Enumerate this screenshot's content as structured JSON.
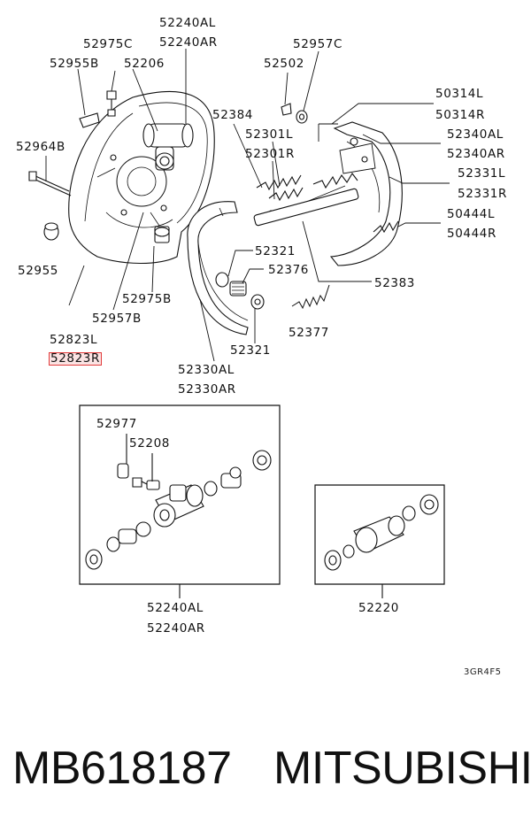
{
  "labels": {
    "l52240AL_top": "52240AL",
    "l52240AR_top": "52240AR",
    "l52975C": "52975C",
    "l52955B": "52955B",
    "l52206": "52206",
    "l52957C": "52957C",
    "l52502": "52502",
    "l50314L": "50314L",
    "l50314R": "50314R",
    "l52384": "52384",
    "l52301L": "52301L",
    "l52301R": "52301R",
    "l52340AL": "52340AL",
    "l52340AR": "52340AR",
    "l52331L": "52331L",
    "l52331R": "52331R",
    "l52964B": "52964B",
    "l50444L": "50444L",
    "l50444R": "50444R",
    "l52321_a": "52321",
    "l52376": "52376",
    "l52383": "52383",
    "l52955": "52955",
    "l52975B": "52975B",
    "l52957B": "52957B",
    "l52377": "52377",
    "l52823L": "52823L",
    "l52823R": "52823R",
    "l52321_b": "52321",
    "l52330AL": "52330AL",
    "l52330AR": "52330AR",
    "l52977": "52977",
    "l52208": "52208",
    "l52240AL_box": "52240AL",
    "l52240AR_box": "52240AR",
    "l52220": "52220"
  },
  "diagram_code": "3GR4F5",
  "footer": {
    "part_number": "MB618187",
    "brand": "MITSUBISHI"
  },
  "colors": {
    "highlight_border": "#e23b3b",
    "highlight_fill": "#fbe3e3",
    "line": "#111111"
  }
}
